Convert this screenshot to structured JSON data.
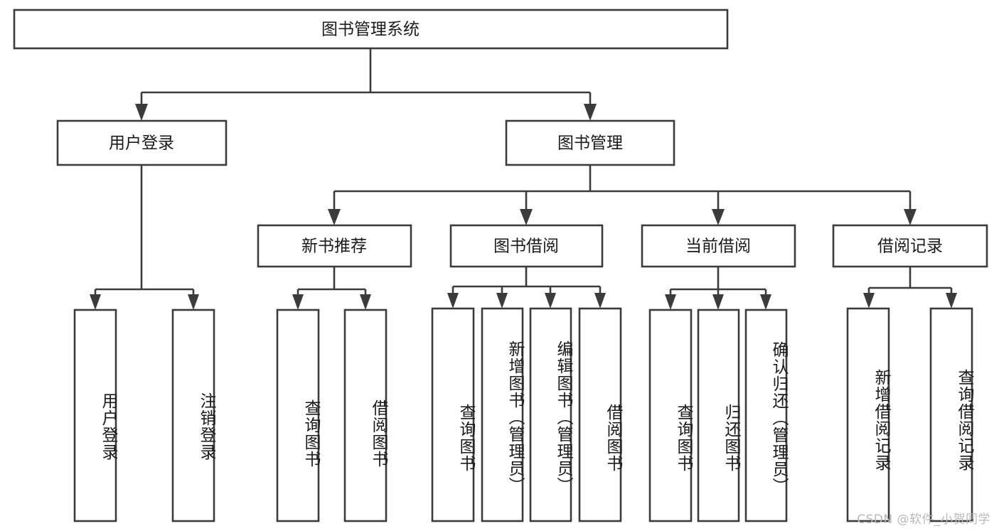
{
  "diagram": {
    "type": "tree",
    "title": "图书管理系统",
    "root": {
      "id": "root",
      "label": "图书管理系统",
      "orientation": "horizontal"
    },
    "level2": [
      {
        "id": "user-login",
        "label": "用户登录",
        "orientation": "horizontal"
      },
      {
        "id": "book-manage",
        "label": "图书管理",
        "orientation": "horizontal"
      }
    ],
    "level3": [
      {
        "id": "new-book-recommend",
        "label": "新书推荐",
        "orientation": "horizontal",
        "parent": "book-manage"
      },
      {
        "id": "book-borrow",
        "label": "图书借阅",
        "orientation": "horizontal",
        "parent": "book-manage"
      },
      {
        "id": "current-borrow",
        "label": "当前借阅",
        "orientation": "horizontal",
        "parent": "book-manage"
      },
      {
        "id": "borrow-record",
        "label": "借阅记录",
        "orientation": "horizontal",
        "parent": "book-manage"
      }
    ],
    "leaves": [
      {
        "id": "leaf-user-login",
        "label": "用户登录",
        "orientation": "vertical",
        "parent": "user-login"
      },
      {
        "id": "leaf-logout",
        "label": "注销登录",
        "orientation": "vertical",
        "parent": "user-login"
      },
      {
        "id": "leaf-query-book-1",
        "label": "查询图书",
        "orientation": "vertical",
        "parent": "new-book-recommend"
      },
      {
        "id": "leaf-borrow-book-1",
        "label": "借阅图书",
        "orientation": "vertical",
        "parent": "new-book-recommend"
      },
      {
        "id": "leaf-query-book-2",
        "label": "查询图书",
        "orientation": "vertical",
        "parent": "book-borrow"
      },
      {
        "id": "leaf-add-book",
        "label": "新增图书（管理员）",
        "orientation": "vertical",
        "parent": "book-borrow"
      },
      {
        "id": "leaf-edit-book",
        "label": "编辑图书（管理员）",
        "orientation": "vertical",
        "parent": "book-borrow"
      },
      {
        "id": "leaf-borrow-book-2",
        "label": "借阅图书",
        "orientation": "vertical",
        "parent": "book-borrow"
      },
      {
        "id": "leaf-query-book-3",
        "label": "查询图书",
        "orientation": "vertical",
        "parent": "current-borrow"
      },
      {
        "id": "leaf-return-book",
        "label": "归还图书",
        "orientation": "vertical",
        "parent": "current-borrow"
      },
      {
        "id": "leaf-confirm-return",
        "label": "确认归还（管理员）",
        "orientation": "vertical",
        "parent": "current-borrow"
      },
      {
        "id": "leaf-add-record",
        "label": "新增借阅记录",
        "orientation": "vertical",
        "parent": "borrow-record"
      },
      {
        "id": "leaf-query-record",
        "label": "查询借阅记录",
        "orientation": "vertical",
        "parent": "borrow-record"
      }
    ]
  },
  "watermark": {
    "text": "CSDN @软件_小贺同学"
  },
  "colors": {
    "stroke": "#3b3b3b",
    "box_fill": "#ffffff",
    "text": "#1a1a1a",
    "background": "#ffffff",
    "watermark": "#b9b9b9"
  }
}
